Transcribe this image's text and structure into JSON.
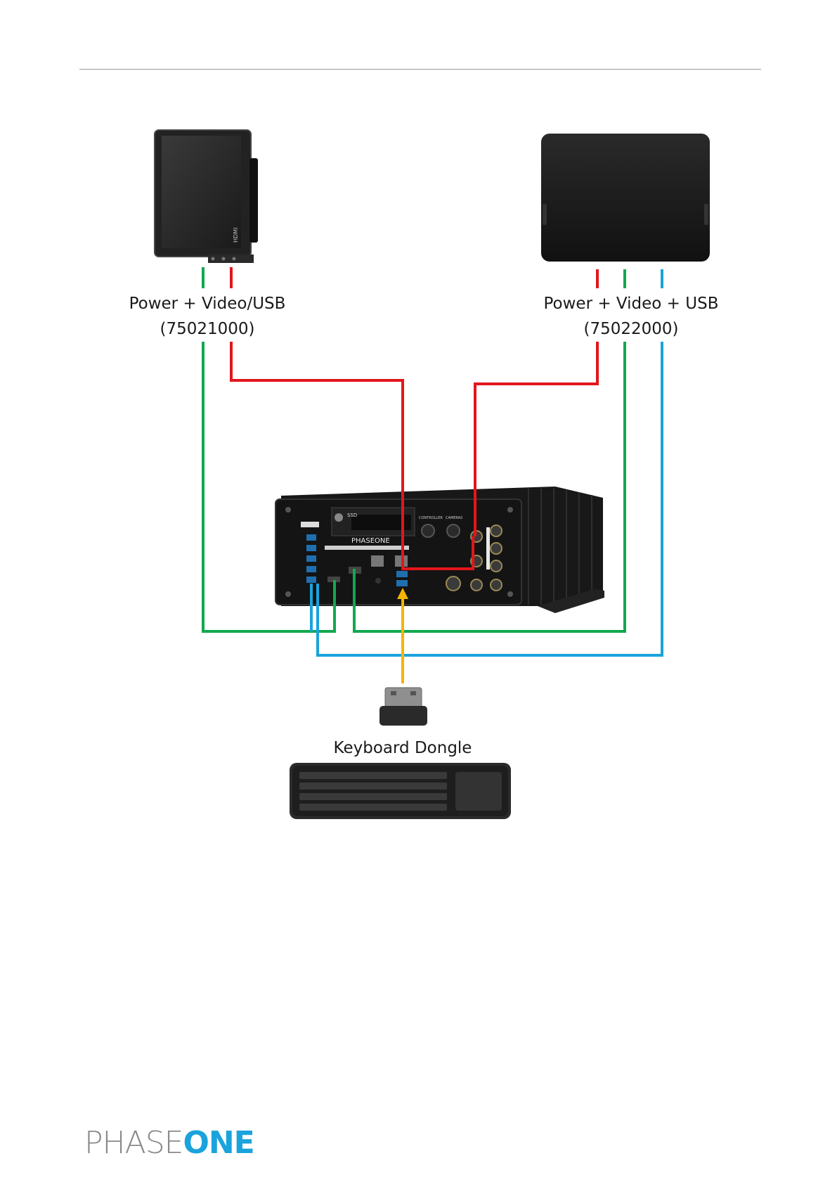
{
  "labels": {
    "left_cable_name": "Power + Video/USB",
    "left_cable_part": "(75021000)",
    "right_cable_name": "Power + Video + USB",
    "right_cable_part": "(75022000)",
    "dongle": "Keyboard Dongle"
  },
  "device_text": {
    "brand_on_unit": "PHASEONE",
    "left_monitor_brand": "HDMI",
    "ssd_label": "SSD",
    "controller_label": "CONTROLLER",
    "camera_label": "CAMERAS"
  },
  "footer": {
    "brand_part1": "PHASE",
    "brand_part2": "ONE"
  },
  "wire_colors": {
    "power": "#e2161b",
    "video": "#12a84f",
    "usb": "#1aa3dc",
    "dongle": "#f4b400"
  },
  "colors": {
    "device_body": "#1c1c1c",
    "rule": "#9a9a9a"
  }
}
